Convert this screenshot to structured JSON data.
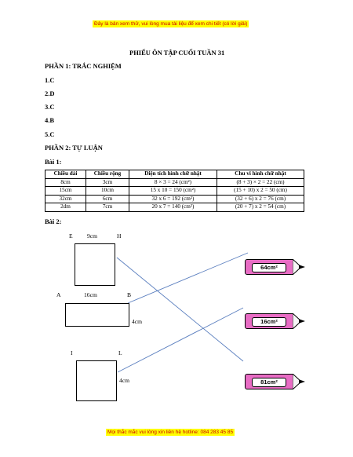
{
  "banner_top": "Đây là bản xem thử, vui lòng mua tài liệu để xem chi tiết (có lời giải)",
  "title": "PHIẾU ÔN TẬP CUỐI TUẦN 31",
  "part1": {
    "heading": "PHẦN 1: TRẮC NGHIỆM",
    "answers": [
      "1.C",
      "2.D",
      "3.C",
      "4.B",
      "5.C"
    ]
  },
  "part2": {
    "heading": "PHẦN 2: TỰ LUẬN",
    "bai1": "Bài 1:",
    "bai2": "Bài 2:"
  },
  "table": {
    "headers": [
      "Chiều dài",
      "Chiều rộng",
      "Diện tích hình chữ nhật",
      "Chu vi hình chữ nhật"
    ],
    "rows": [
      [
        "8cm",
        "3cm",
        "8 × 3 = 24 (cm²)",
        "(8 + 3) × 2 = 22 (cm)"
      ],
      [
        "15cm",
        "10cm",
        "15 x 10 = 150 (cm²)",
        "(15 + 10) x 2 = 50 (cm)"
      ],
      [
        "32cm",
        "6cm",
        "32 x 6 = 192 (cm²)",
        "(32 + 6) x 2 = 76 (cm)"
      ],
      [
        "2dm",
        "7cm",
        "20 x 7 = 140 (cm²)",
        "(20 + 7) x 2 = 54 (cm)"
      ]
    ]
  },
  "figure": {
    "square1": {
      "E": "E",
      "H": "H",
      "side": "9cm"
    },
    "rect": {
      "A": "A",
      "B": "B",
      "length": "16cm",
      "width": "4cm"
    },
    "square2": {
      "I": "I",
      "L": "L",
      "side": "4cm"
    },
    "pencils": [
      "64cm²",
      "16cm²",
      "81cm²"
    ],
    "line_color": "#5b7fbf",
    "pencil_color": "#e86cc4"
  },
  "banner_bottom": "Mọi thắc mắc vui lòng xin liên hệ hotline: 084 283 45 85"
}
